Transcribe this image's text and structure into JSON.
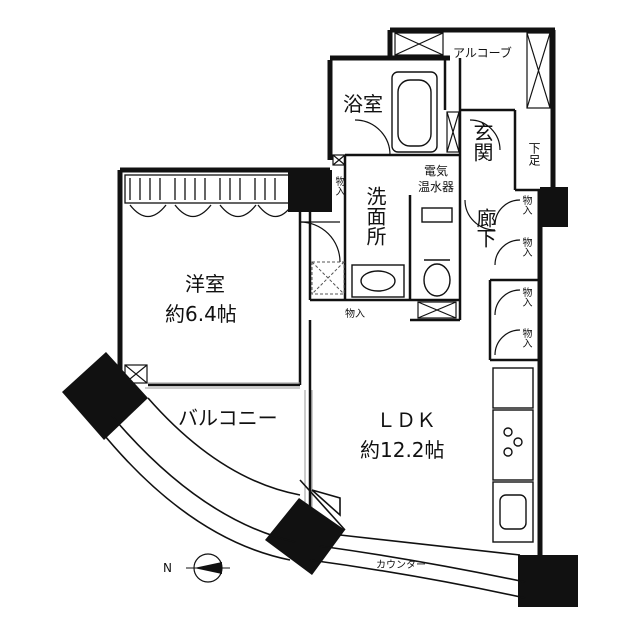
{
  "rooms": {
    "bath": "浴室",
    "alcove": "アルコーブ",
    "entrance": "玄関",
    "shoes": "下足",
    "water_heater_line1": "電気",
    "water_heater_line2": "温水器",
    "washroom": "洗面所",
    "corridor": "廊下",
    "western_room": "洋室",
    "western_room_size": "約6.4帖",
    "balcony": "バルコニー",
    "ldk": "ＬＤＫ",
    "ldk_size": "約12.2帖",
    "counter": "カウンター",
    "closet": "物入"
  },
  "compass": {
    "label": "N"
  }
}
